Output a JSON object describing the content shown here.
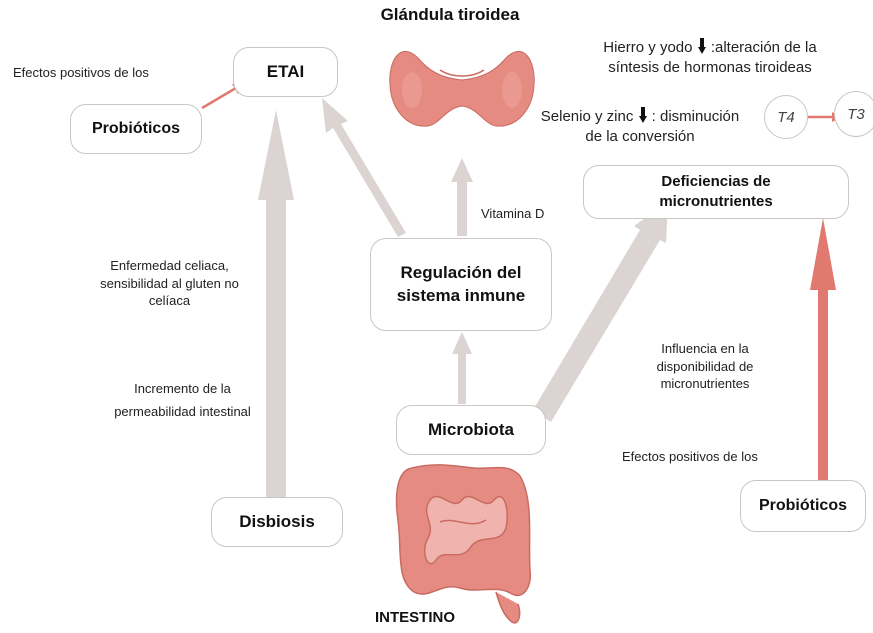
{
  "title": "Glándula tiroidea",
  "bottom_label": "INTESTINO",
  "nodes": {
    "etai": "ETAI",
    "probioticos_left": "Probióticos",
    "regulacion_line1": "Regulación del",
    "regulacion_line2": "sistema inmune",
    "microbiota": "Microbiota",
    "disbiosis": "Disbiosis",
    "deficiencias_line1": "Deficiencias de",
    "deficiencias_line2": "micronutrientes",
    "probioticos_right": "Probióticos",
    "t4": "T4",
    "t3": "T3"
  },
  "labels": {
    "efectos_top": "Efectos positivos de los",
    "vitamina_d": "Vitamina D",
    "celiaca_line1": "Enfermedad celiaca,",
    "celiaca_line2": "sensibilidad al gluten no",
    "celiaca_line3": "celíaca",
    "permeabilidad_line1": "Incremento de la",
    "permeabilidad_line2": "permeabilidad intestinal",
    "hierro_line1_a": "Hierro y yodo",
    "hierro_line1_b": ":alteración de la",
    "hierro_line2": "síntesis de hormonas tiroideas",
    "selenio_line1_a": "Selenio y zinc",
    "selenio_line1_b": ": disminución",
    "selenio_line2": "de la conversión",
    "influencia_line1": "Influencia en la",
    "influencia_line2": "disponibilidad de",
    "influencia_line3": "micronutrientes",
    "efectos_bottom": "Efectos positivos de los"
  },
  "colors": {
    "grey_arrow": "#dcd4d3",
    "red_arrow": "#e07a70",
    "organ": "#e58b82",
    "box_border": "#c9c6c6"
  }
}
